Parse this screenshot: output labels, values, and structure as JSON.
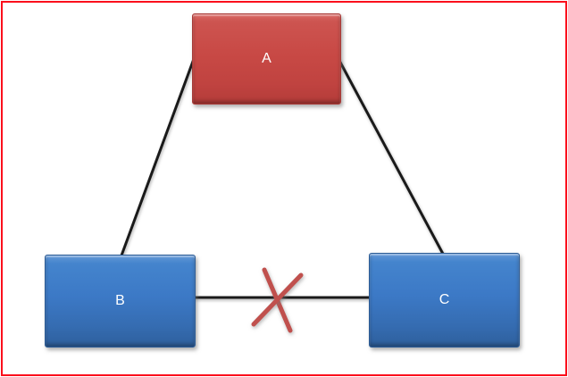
{
  "diagram": {
    "title": "triangle-network-with-broken-link",
    "nodes": [
      {
        "id": "A",
        "label": "A",
        "position": "top-center",
        "fill": "red"
      },
      {
        "id": "B",
        "label": "B",
        "position": "bottom-left",
        "fill": "blue"
      },
      {
        "id": "C",
        "label": "C",
        "position": "bottom-right",
        "fill": "blue"
      }
    ],
    "edges": [
      {
        "from": "A",
        "to": "B",
        "status": "connected"
      },
      {
        "from": "A",
        "to": "C",
        "status": "connected"
      },
      {
        "from": "B",
        "to": "C",
        "status": "broken",
        "marker": "red-x"
      }
    ]
  },
  "colors": {
    "background": "#ffffff",
    "frame_border": "#fb0f1c",
    "node_a_fill": "#c84945",
    "node_bc_fill": "#3c79c6",
    "edge_stroke": "#1a1a1a",
    "broken_x": "#c0504d",
    "node_label_text": "#ffffff"
  }
}
